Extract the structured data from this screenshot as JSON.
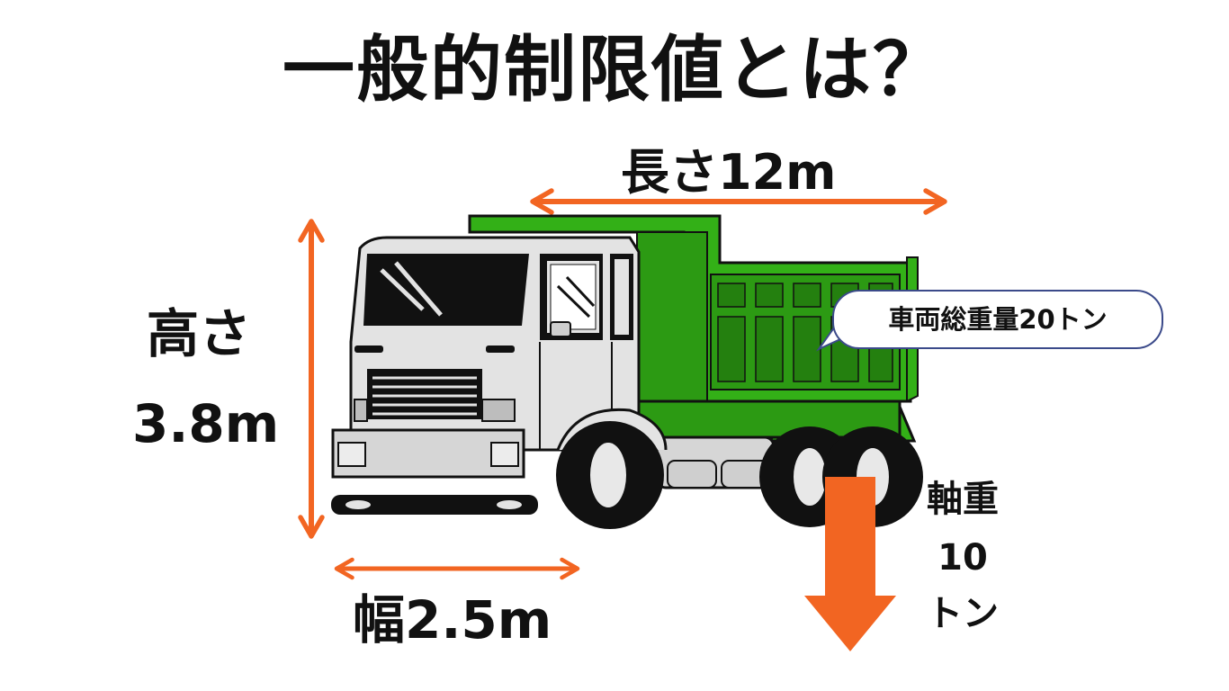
{
  "title": "一般的制限値とは？",
  "dimensions": {
    "length": "長さ12m",
    "height_label": "高さ",
    "height_value": "3.8m",
    "width": "幅2.5m"
  },
  "gross_weight": "車両総重量20トン",
  "axle_weight": {
    "line1": "軸重",
    "line2": "10",
    "line3": "トン"
  },
  "colors": {
    "arrow": "#f26522",
    "truck_body": "#33b017",
    "cab": "#e3e3e3",
    "outline": "#111111"
  },
  "icons": [
    "dump-truck-icon"
  ]
}
